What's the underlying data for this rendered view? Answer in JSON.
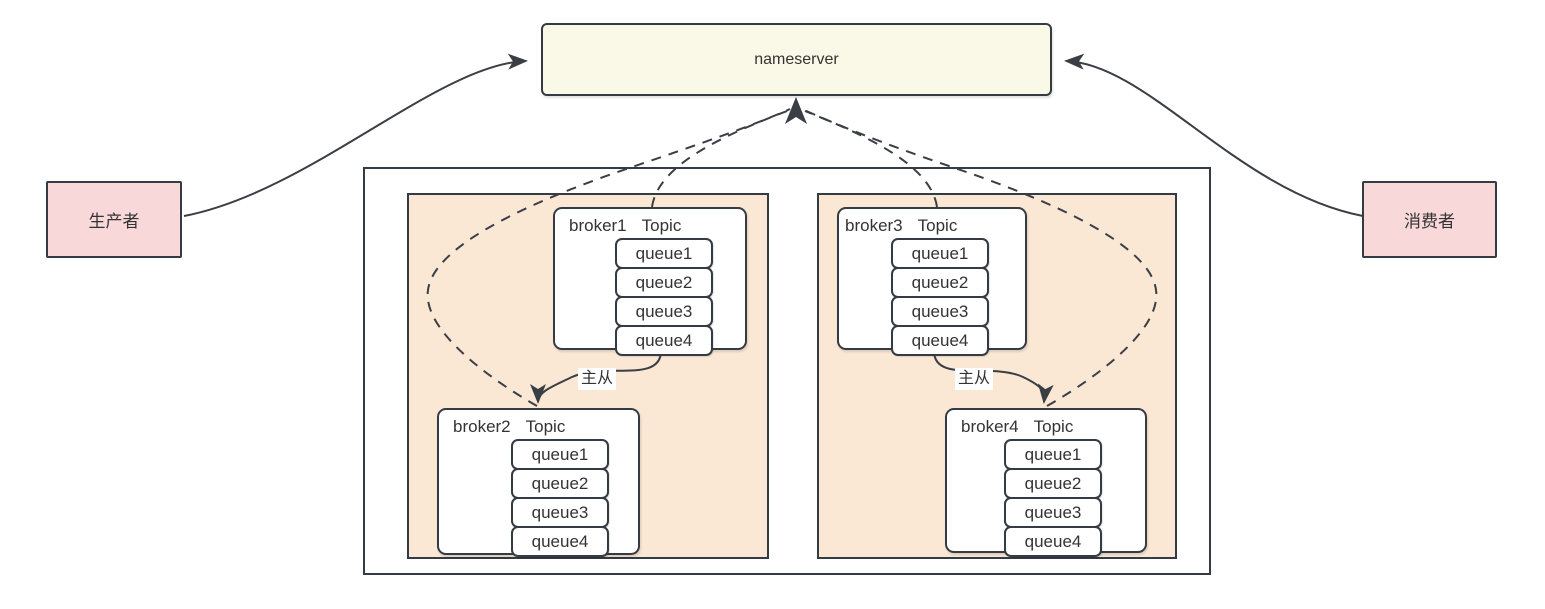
{
  "nodes": {
    "nameserver": {
      "label": "nameserver"
    },
    "producer": {
      "label": "生产者"
    },
    "consumer": {
      "label": "消费者"
    }
  },
  "clusters": [
    {
      "master_slave_label": "主从",
      "brokers": [
        {
          "name": "broker1",
          "type": "Topic",
          "queues": [
            "queue1",
            "queue2",
            "queue3",
            "queue4"
          ]
        },
        {
          "name": "broker2",
          "type": "Topic",
          "queues": [
            "queue1",
            "queue2",
            "queue3",
            "queue4"
          ]
        }
      ]
    },
    {
      "master_slave_label": "主从",
      "brokers": [
        {
          "name": "broker3",
          "type": "Topic",
          "queues": [
            "queue1",
            "queue2",
            "queue3",
            "queue4"
          ]
        },
        {
          "name": "broker4",
          "type": "Topic",
          "queues": [
            "queue1",
            "queue2",
            "queue3",
            "queue4"
          ]
        }
      ]
    }
  ],
  "colors": {
    "nameserver_fill": "#faf8e7",
    "producer_consumer_fill": "#f8d8d9",
    "broker_zone_fill": "#fae7d4",
    "box_border": "#343b43",
    "connector": "#3a3f45"
  }
}
